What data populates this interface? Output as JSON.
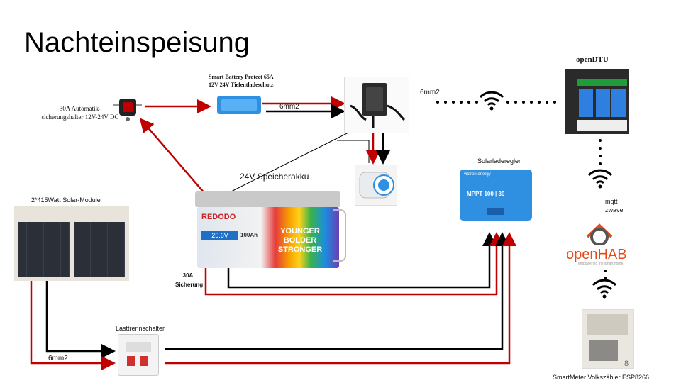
{
  "slide": {
    "title": "Nachteinspeisung",
    "page_number": "8"
  },
  "components": {
    "fuse_holder_label": "30A Automatik-sicherungshalter 12V-24V DC",
    "battery_protect_label_1": "Smart Battery Protect 65A",
    "battery_protect_label_2": "12V 24V Tiefentladeschutz",
    "battery_label": "24V Speicherakku",
    "battery_brand": "REDODO",
    "battery_voltage": "25.6V",
    "battery_capacity": "100Ah",
    "battery_slogan": "YOUNGER BOLDER STRONGER",
    "solar_modules_label": "2*415Watt Solar-Module",
    "fuse_30a_label_1": "30A",
    "fuse_30a_label_2": "Sicherung",
    "disconnector_label": "Lasttrennschalter",
    "charge_controller_label": "Solarladeregler",
    "charge_controller_brand": "victron energy",
    "charge_controller_model": "MPPT 100 | 30",
    "opendtu_label": "openDTU",
    "openhab_label_main": "openHAB",
    "openhab_tagline": "empowering the smart home",
    "smartmeter_label": "SmartMeter Volkszähler ESP8266",
    "protocol_label_1": "mqtt",
    "protocol_label_2": "zwave",
    "cable_label_1": "6mm2",
    "cable_label_2": "6mm2",
    "cable_label_3": "6mm2"
  },
  "colors": {
    "wire_red": "#c00000",
    "wire_black": "#000000",
    "victron_blue": "#2f8fe0",
    "openhab_orange": "#e64a19"
  },
  "icons": [
    "wifi-icon",
    "wifi-icon",
    "wifi-icon",
    "fuse-icon",
    "socket-icon"
  ]
}
